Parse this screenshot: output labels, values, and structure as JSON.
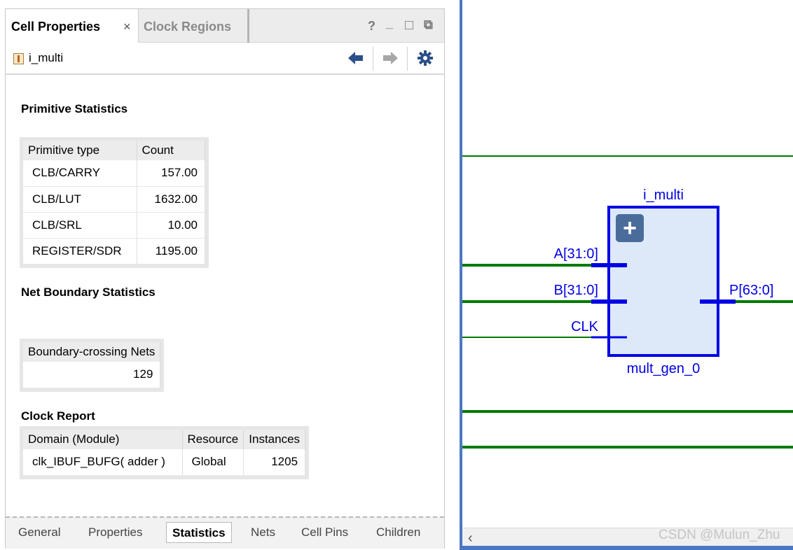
{
  "tabs": {
    "cell_properties": "Cell Properties",
    "close": "×",
    "clock_regions": "Clock Regions"
  },
  "window_buttons": {
    "help": "?",
    "minimize": "_",
    "maximize": "□",
    "float": "⧉"
  },
  "toolbar": {
    "cell_name": "i_multi"
  },
  "primitive_stats": {
    "title": "Primitive Statistics",
    "headers": [
      "Primitive type",
      "Count"
    ],
    "rows": [
      [
        "CLB/CARRY",
        "157.00"
      ],
      [
        "CLB/LUT",
        "1632.00"
      ],
      [
        "CLB/SRL",
        "10.00"
      ],
      [
        "REGISTER/SDR",
        "1195.00"
      ]
    ]
  },
  "net_boundary": {
    "title": "Net Boundary Statistics",
    "header": "Boundary-crossing Nets",
    "value": "129"
  },
  "clock_report": {
    "title": "Clock Report",
    "headers": [
      "Domain (Module)",
      "Resource",
      "Instances"
    ],
    "rows": [
      [
        "clk_IBUF_BUFG( adder )",
        "Global",
        "1205"
      ]
    ]
  },
  "bottom_tabs": [
    "General",
    "Properties",
    "Statistics",
    "Nets",
    "Cell Pins",
    "Children"
  ],
  "active_bottom_tab": "Statistics",
  "schematic": {
    "instance_name": "i_multi",
    "module_name": "mult_gen_0",
    "expand_symbol": "+",
    "ports": {
      "a": "A[31:0]",
      "b": "B[31:0]",
      "clk": "CLK",
      "p": "P[63:0]"
    },
    "colors": {
      "wire": "#007a00",
      "pin": "#0000e6",
      "block_fill": "#dde9f8",
      "border": "#4a78c2"
    }
  },
  "scroll_left": "‹",
  "watermark": "CSDN @Mulun_Zhu"
}
